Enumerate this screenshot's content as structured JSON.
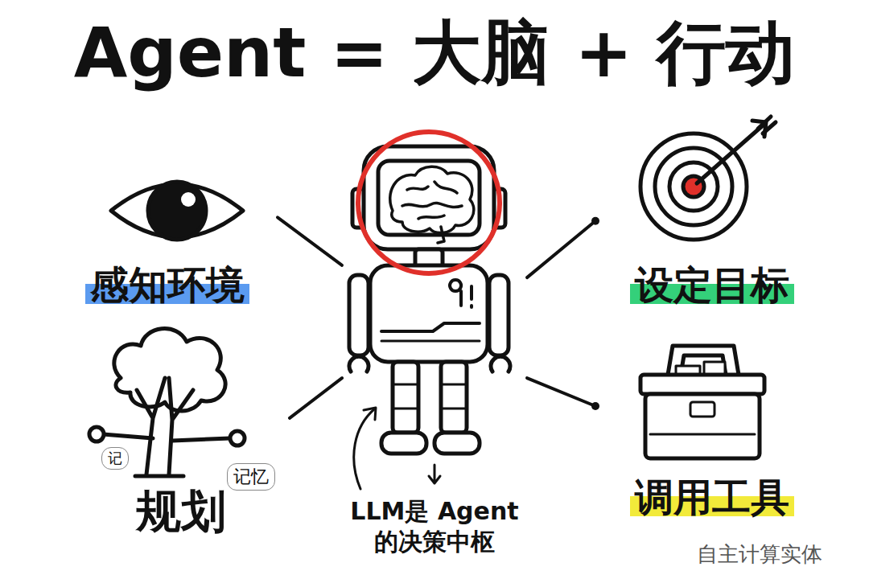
{
  "diagram": {
    "title": "Agent = 大脑 + 行动",
    "nodes": [
      {
        "text": [
          "感知环境"
        ]
      },
      {
        "text": [
          "设定目标"
        ]
      },
      {
        "text": [
          "LLM是 Agent 的决策中枢"
        ]
      },
      {
        "text": [
          "规划"
        ]
      },
      {
        "text": [
          "调用工具"
        ]
      }
    ],
    "edges": [
      {
        "from": 2,
        "to": 0,
        "arrow": "none"
      },
      {
        "from": 2,
        "to": 1,
        "arrow": "none"
      },
      {
        "from": 2,
        "to": 3,
        "arrow": "none"
      },
      {
        "from": 2,
        "to": 4,
        "arrow": "none"
      }
    ],
    "labels": [
      "记",
      "记忆",
      "自主计算实体"
    ]
  }
}
